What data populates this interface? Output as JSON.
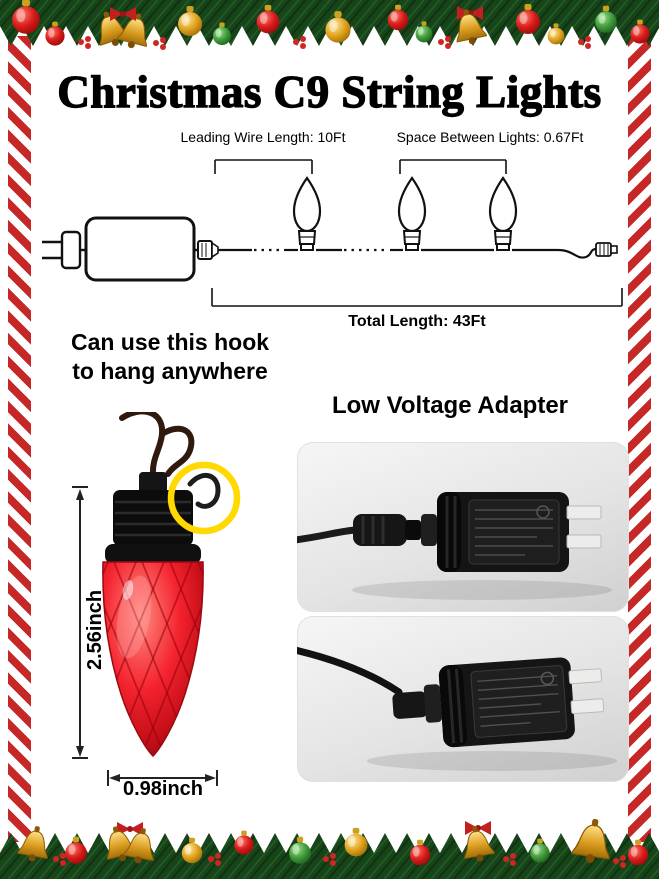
{
  "title": "Christmas C9 String Lights",
  "diagram": {
    "leading_wire_label": "Leading Wire Length: 10Ft",
    "spacing_label": "Space Between Lights: 0.67Ft",
    "total_length_label": "Total Length: 43Ft"
  },
  "hook_note": {
    "line1": "Can use this hook",
    "line2": "to hang anywhere"
  },
  "adapter": {
    "heading": "Low Voltage Adapter"
  },
  "bulb": {
    "height_label": "2.56inch",
    "width_label": "0.98inch"
  },
  "colors": {
    "candy_red": "#c62828",
    "bulb_red": "#e31b26",
    "garland_green": "#174419",
    "highlight_yellow": "#ffd900",
    "gold": "#d9a520"
  }
}
